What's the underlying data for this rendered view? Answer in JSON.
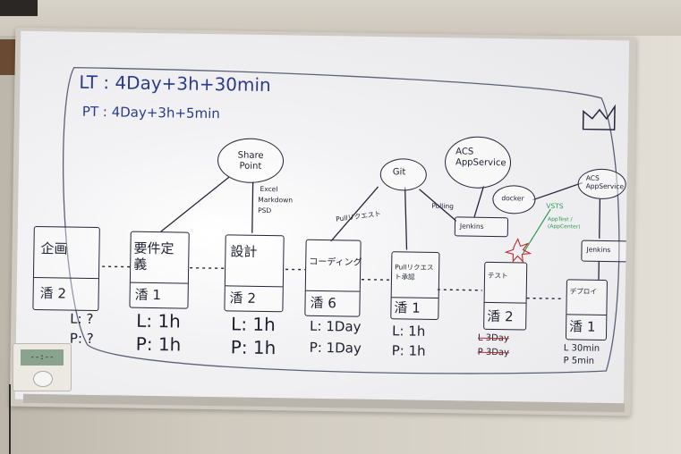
{
  "header": {
    "lead_time": "LT : 4Day+3h+30min",
    "process_time": "PT : 4Day+3h+5min"
  },
  "clouds": {
    "sharepoint": "Share Point",
    "sharepoint_files": [
      "Excel",
      "Markdown",
      "PSD"
    ],
    "git": "Git",
    "acs": "ACS AppService",
    "docker": "docker",
    "acs_small": "ACS AppService",
    "factory": ""
  },
  "arrows": {
    "pull_request": "Pullリクエスト",
    "polling": "Polling",
    "vsts": "VSTS",
    "vsts_note": "AppTest / (AppCenter)"
  },
  "tools": {
    "jenkins_1": "Jenkins",
    "jenkins_2": "Jenkins"
  },
  "steps": [
    {
      "title": "企画",
      "people": "2",
      "lt": "L: ?",
      "pt": "P: ?"
    },
    {
      "title": "要件定義",
      "people": "1",
      "lt": "L: 1h",
      "pt": "P: 1h"
    },
    {
      "title": "設計",
      "people": "2",
      "lt": "L: 1h",
      "pt": "P: 1h"
    },
    {
      "title": "コーディング",
      "people": "6",
      "lt": "L: 1Day",
      "pt": "P: 1Day"
    },
    {
      "title": "Pullリクエスト承認",
      "people": "1",
      "lt": "L: 1h",
      "pt": "P: 1h"
    },
    {
      "title": "テスト",
      "people": "2",
      "lt": "L 3Day",
      "pt": "P 3Day"
    },
    {
      "title": "デプロイ",
      "people": "1",
      "lt": "L 30min",
      "pt": "P 5min"
    }
  ],
  "person_glyph": "㴡",
  "thermostat_display": "--:--"
}
